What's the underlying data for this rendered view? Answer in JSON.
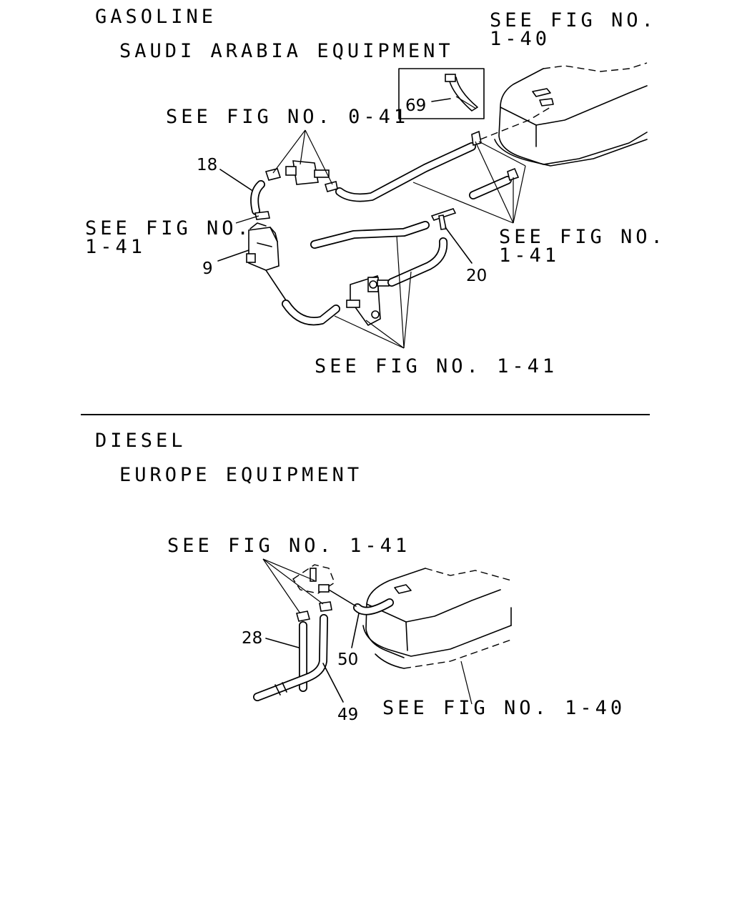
{
  "gasoline": {
    "title": "GASOLINE",
    "subtitle": "SAUDI ARABIA EQUIPMENT",
    "refs": {
      "tank": [
        "SEE FIG NO.",
        "1-40"
      ],
      "clips": "SEE FIG NO. 0-41",
      "left": [
        "SEE FIG NO.",
        "1-41"
      ],
      "right": [
        "SEE FIG NO.",
        "1-41"
      ],
      "bottom": "SEE FIG NO. 1-41"
    },
    "callouts": {
      "band": "69",
      "hose": "18",
      "canister": "9",
      "tjoint": "20"
    }
  },
  "diesel": {
    "title": "DIESEL",
    "subtitle": "EUROPE EQUIPMENT",
    "refs": {
      "clips": "SEE FIG NO. 1-41",
      "tank": "SEE FIG NO. 1-40"
    },
    "callouts": {
      "pipe_a": "28",
      "hose": "50",
      "pipe_b": "49"
    }
  },
  "style": {
    "line_color": "#000000",
    "background": "#ffffff"
  }
}
